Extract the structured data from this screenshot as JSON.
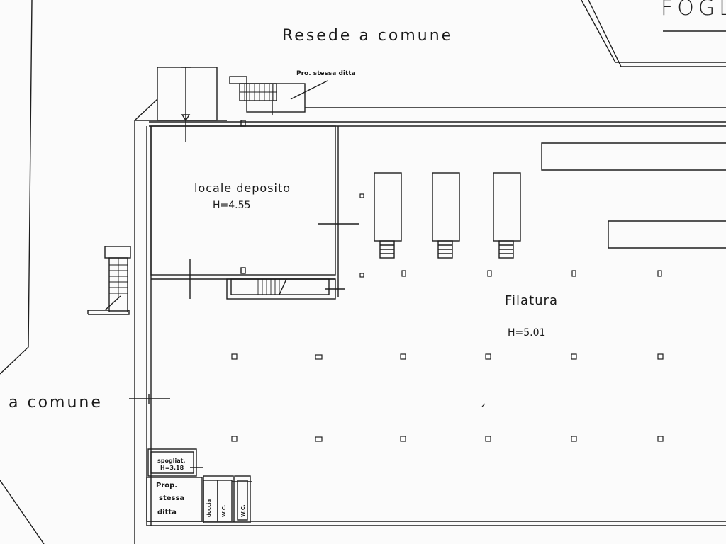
{
  "title": "FOGL",
  "labels": {
    "resede_top": "Resede a comune",
    "resede_left": "a comune",
    "pro_stessa_ditta": "Pro. stessa ditta",
    "locale_deposito": "locale deposito",
    "h_deposito": "H=4.55",
    "filatura": "Filatura",
    "h_filatura": "H=5.01",
    "spogliat": "spogliat.",
    "h_spogliat": "H=3.18",
    "prop": "Prop.",
    "stessa": "stessa",
    "ditta": "ditta",
    "doccia": "doccia",
    "wc1": "W.C.",
    "wc2": "W.C."
  },
  "colors": {
    "line": "#1e1e1e",
    "background": "#fbfbfb"
  }
}
